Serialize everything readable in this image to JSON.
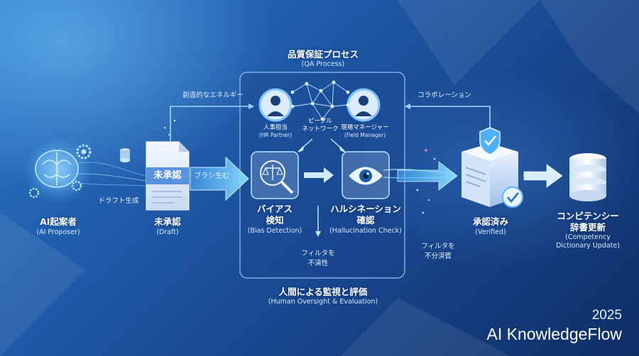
{
  "qa": {
    "title": "品質保証プロセス",
    "subtitle": "(QA Process)",
    "footer_title": "人間による監視と評価",
    "footer_subtitle": "(Human Oversight & Evaluation)"
  },
  "nodes": {
    "ai": {
      "title": "AI起案者",
      "subtitle": "(AI Proposer)"
    },
    "draft": {
      "doc_label": "未承認",
      "title": "未承認",
      "subtitle": "(Draft)"
    },
    "hr": {
      "title": "人事担当",
      "subtitle": "(HR Partner)"
    },
    "people_network": {
      "line1": "ピープル",
      "line2": "ネットワーク"
    },
    "field": {
      "title": "現場マネージャー",
      "subtitle": "(Field Manager)"
    },
    "bias": {
      "line1": "バイアス",
      "line2": "検知",
      "subtitle": "(Bias Detection)"
    },
    "hallucination": {
      "line1": "ハルシネーション",
      "line2": "確認",
      "subtitle": "(Hallucination Check)"
    },
    "verified": {
      "title": "承認済み",
      "subtitle": "(Verified)"
    },
    "dictionary": {
      "line1": "コンピテンシー",
      "line2": "辞書更新",
      "sub1": "(Competency",
      "sub2": "Dictionary Update)"
    }
  },
  "flow_labels": {
    "creative_energy": "創造的なエネルギー",
    "collaboration": "コラボレーション",
    "draft_generation": "ドラフト生成",
    "brush_up": "ブラシ生む",
    "filter_left_1": "フィルタを",
    "filter_left_2": "不清性",
    "filter_right_1": "フィルタを",
    "filter_right_2": "不分済賓"
  },
  "brand": {
    "year": "2025",
    "name": "AI KnowledgeFlow"
  },
  "colors": {
    "glow": "#7fd4ff",
    "arrow": "#5cc8ff",
    "panel_border": "#8fc3f0",
    "accent": "#4fb8ff"
  },
  "icons": {
    "ai": "brain-gear-icon",
    "draft": "document-icon",
    "hr": "female-person-icon",
    "field": "male-person-icon",
    "network": "network-nodes-icon",
    "bias": "magnifier-scale-icon",
    "hallucination": "eye-icon",
    "verified": "shield-box-check-icon",
    "dictionary": "database-icon"
  }
}
